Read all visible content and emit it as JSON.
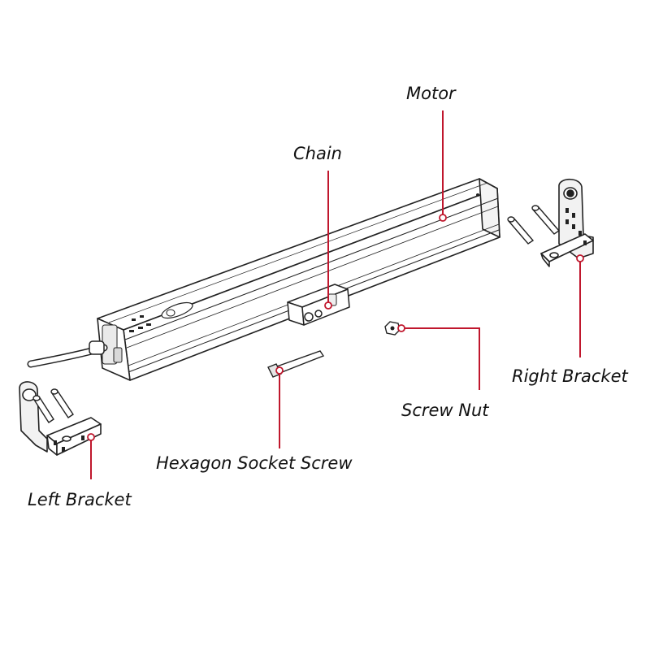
{
  "diagram": {
    "labels": {
      "motor": "Motor",
      "chain": "Chain",
      "right_bracket": "Right Bracket",
      "screw_nut": "Screw Nut",
      "hexagon_socket_screw": "Hexagon Socket Screw",
      "left_bracket": "Left Bracket"
    },
    "colors": {
      "callout": "#c0172d",
      "line_art": "#222222",
      "label_text": "#111111"
    }
  }
}
